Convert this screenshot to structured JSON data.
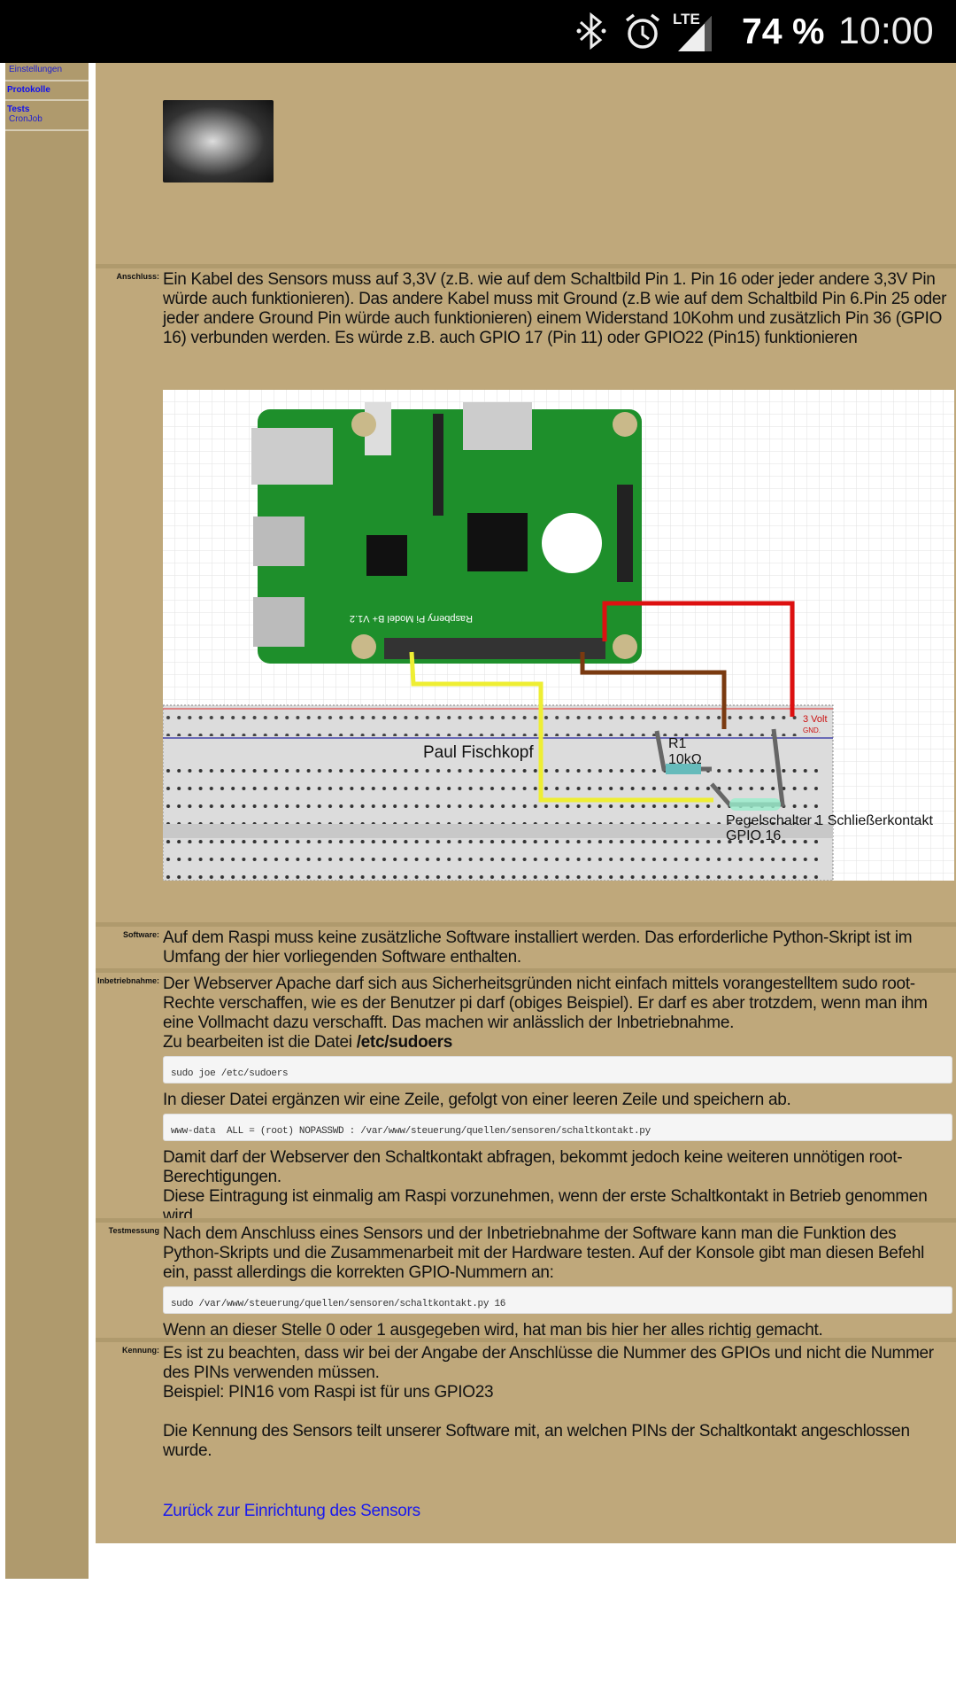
{
  "status": {
    "battery": "74 %",
    "time": "10:00",
    "network": "LTE",
    "icons": [
      "bluetooth-icon",
      "alarm-icon",
      "signal-icon"
    ]
  },
  "sidebar": {
    "items": [
      {
        "label": "Einstellungen"
      },
      {
        "label": "Protokolle"
      },
      {
        "label": "Tests"
      },
      {
        "label": "CronJob"
      }
    ]
  },
  "sections": {
    "anschluss": {
      "label": "Anschluss:",
      "text": "Ein Kabel des Sensors muss auf 3,3V (z.B. wie auf dem Schaltbild Pin 1. Pin 16 oder jeder andere 3,3V Pin würde auch funktionieren). Das andere Kabel muss mit Ground (z.B wie auf dem Schaltbild Pin 6.Pin 25 oder jeder andere Ground Pin würde auch funktionieren) einem Widerstand 10Kohm und zusätzlich Pin 36 (GPIO 16) verbunden werden. Es würde z.B. auch GPIO 17 (Pin 11) oder GPIO22 (Pin15) funktionieren"
    },
    "diagram": {
      "author": "Paul Fischkopf",
      "resistor": "R1",
      "resistor_value": "10kΩ",
      "switch": "Pegelschalter 1 Schließerkontakt",
      "gpio": "GPIO 16",
      "volt": "3 Volt",
      "gnd": "GND.",
      "board": "Raspberry Pi Model B+ V1.2"
    },
    "software": {
      "label": "Software:",
      "text": "Auf dem Raspi muss keine zusätzliche Software installiert werden. Das erforderliche Python-Skript ist im Umfang der hier vorliegenden Software enthalten."
    },
    "inbetrieb": {
      "label": "Inbetriebnahme:",
      "text1": "Der Webserver Apache darf sich aus Sicherheitsgründen nicht einfach mittels vorangestelltem sudo root-Rechte verschaffen, wie es der Benutzer pi darf (obiges Beispiel). Er darf es aber trotzdem, wenn man ihm eine Vollmacht dazu verschafft. Das machen wir anlässlich der Inbetriebnahme.",
      "text2": "Zu bearbeiten ist die Datei ",
      "file": "/etc/sudoers",
      "code1": "sudo joe /etc/sudoers",
      "text3": "In dieser Datei ergänzen wir eine Zeile, gefolgt von einer leeren Zeile und speichern ab.",
      "code2": "www-data  ALL = (root) NOPASSWD : /var/www/steuerung/quellen/sensoren/schaltkontakt.py",
      "text4": "Damit darf der Webserver den Schaltkontakt abfragen, bekommt jedoch keine weiteren unnötigen root-Berechtigungen.",
      "text5": "Diese Eintragung ist einmalig am Raspi vorzunehmen, wenn der erste Schaltkontakt in Betrieb genommen wird."
    },
    "test": {
      "label": "Testmessung",
      "text1": "Nach dem Anschluss eines Sensors und der Inbetriebnahme der Software kann man die Funktion des Python-Skripts und die Zusammenarbeit mit der Hardware testen. Auf der Konsole gibt man diesen Befehl ein, passt allerdings die korrekten GPIO-Nummern an:",
      "code": "sudo /var/www/steuerung/quellen/sensoren/schaltkontakt.py 16",
      "text2": "Wenn an dieser Stelle 0 oder 1 ausgegeben wird, hat man bis hier her alles richtig gemacht."
    },
    "kennung": {
      "label": "Kennung:",
      "text1": "Es ist zu beachten, dass wir bei der Angabe der Anschlüsse die Nummer des GPIOs und nicht die Nummer des PINs verwenden müssen.",
      "text2": "Beispiel: PIN16 vom Raspi ist für uns GPIO23",
      "text3": "Die Kennung des Sensors teilt unserer Software mit, an welchen PINs der Schaltkontakt angeschlossen wurde.",
      "link": "Zurück zur Einrichtung des Sensors"
    }
  }
}
